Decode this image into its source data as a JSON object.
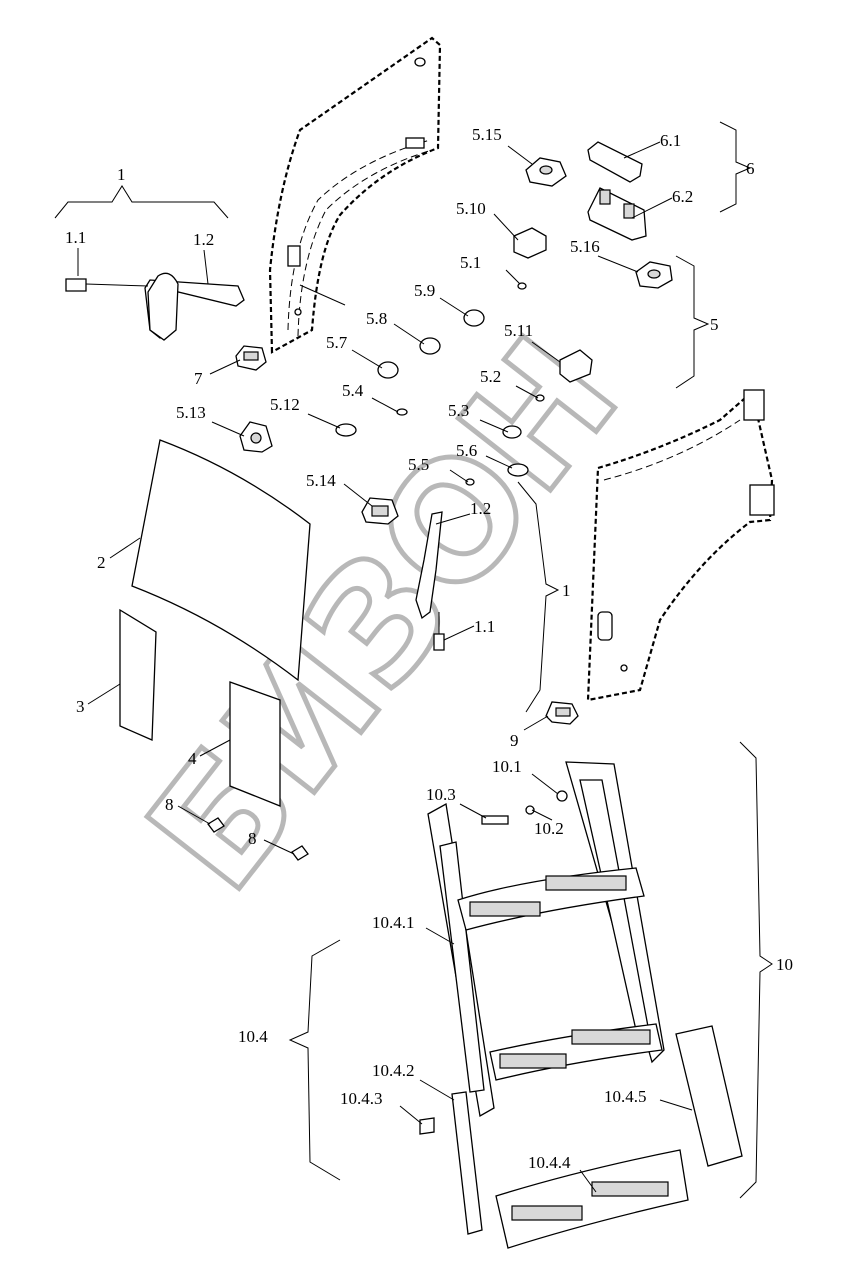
{
  "watermark": "БИЗОН",
  "labels": {
    "g1": "1",
    "p1_1a": "1.1",
    "p1_2a": "1.2",
    "p7": "7",
    "p5_13": "5.13",
    "p5_12": "5.12",
    "p5_14": "5.14",
    "p2": "2",
    "p3": "3",
    "p4": "4",
    "p8a": "8",
    "p8b": "8",
    "p5_15": "5.15",
    "p5_10": "5.10",
    "p5_1": "5.1",
    "p5_9": "5.9",
    "p5_8": "5.8",
    "p5_7": "5.7",
    "p5_4": "5.4",
    "p5_3": "5.3",
    "p5_5": "5.5",
    "p5_6": "5.6",
    "p5_11": "5.11",
    "p5_2": "5.2",
    "p5_16": "5.16",
    "p6_1": "6.1",
    "p6_2": "6.2",
    "g6": "6",
    "g5": "5",
    "p1_2b": "1.2",
    "p1_1b": "1.1",
    "g1b": "1",
    "p9": "9",
    "p10_1": "10.1",
    "p10_2": "10.2",
    "p10_3": "10.3",
    "p10_4_1": "10.4.1",
    "p10_4": "10.4",
    "p10_4_2": "10.4.2",
    "p10_4_3": "10.4.3",
    "p10_4_4": "10.4.4",
    "p10_4_5": "10.4.5",
    "g10": "10"
  }
}
